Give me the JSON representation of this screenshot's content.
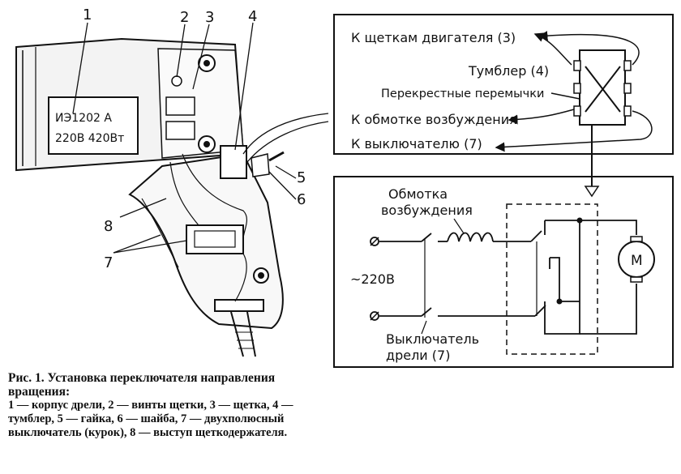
{
  "callouts": {
    "n1": "1",
    "n2": "2",
    "n3": "3",
    "n4": "4",
    "n5": "5",
    "n6": "6",
    "n7": "7",
    "n8": "8"
  },
  "drill": {
    "plate_line1": "ИЭ1202 А",
    "plate_line2": "220В 420Вт"
  },
  "top_panel": {
    "to_brushes": "К щеткам двигателя (3)",
    "toggle": "Тумблер (4)",
    "jumpers": "Перекрестные перемычки",
    "to_winding": "К обмотке возбуждения",
    "to_switch": "К выключателю (7)"
  },
  "bottom_panel": {
    "winding_line1": "Обмотка",
    "winding_line2": "возбуждения",
    "voltage": "~220В",
    "switch_line1": "Выключатель",
    "switch_line2": "дрели (7)",
    "motor": "М"
  },
  "caption": {
    "title": "Рис. 1. Установка переключателя направления вращения:",
    "body": "1 — корпус дрели, 2 — винты щетки, 3 — щетка, 4 — тумблер, 5 — гайка, 6 — шайба, 7 — двухполюсный выключатель (курок), 8 — выступ щеткодержателя."
  }
}
